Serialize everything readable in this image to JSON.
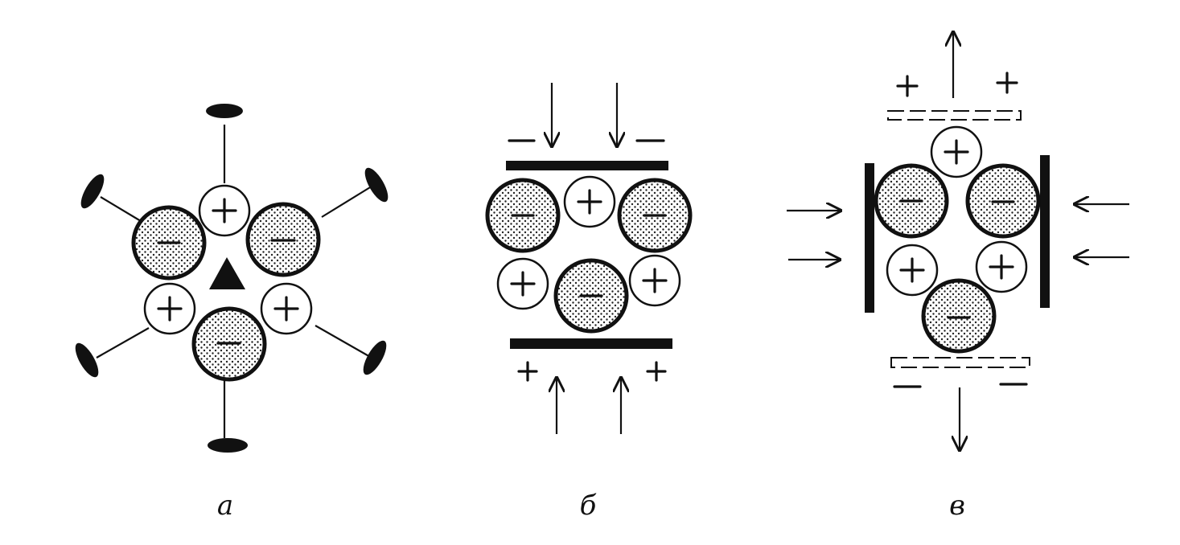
{
  "figure": {
    "panels": [
      {
        "id": "a",
        "caption": "a"
      },
      {
        "id": "b",
        "caption": "б"
      },
      {
        "id": "v",
        "caption": "в"
      }
    ],
    "ion_signs": {
      "positive": "+",
      "negative": "−"
    },
    "colors": {
      "ink": "#111111",
      "background": "#ffffff"
    }
  }
}
